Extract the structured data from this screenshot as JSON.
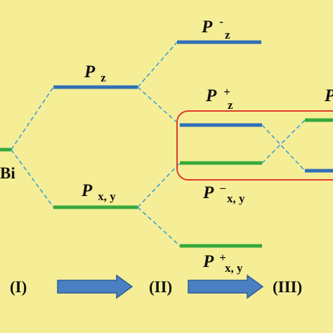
{
  "atom_label": "Bi",
  "levels": {
    "pz": {
      "main": "P",
      "sub": "z"
    },
    "pxy": {
      "main": "P",
      "sub": "x, y"
    },
    "pz_minus": {
      "main": "P",
      "sup": "-",
      "sub": "z"
    },
    "pz_plus": {
      "main": "P",
      "sup": "+",
      "sub": "z"
    },
    "pxy_minus": {
      "main": "P",
      "sup": "−",
      "sub": "x, y"
    },
    "pxy_plus": {
      "main": "P",
      "sup": "+",
      "sub": "x, y"
    },
    "partial_right": {
      "main": "P"
    }
  },
  "stages": [
    "(I)",
    "(II)",
    "(III)"
  ],
  "colors": {
    "background": "#f5ee97",
    "blue_level": "#2f6fb6",
    "green_level": "#37a93b",
    "dashed_connector": "#3a9fd8",
    "highlight_box": "#e03a2c",
    "arrow_fill": "#4a7fc1",
    "arrow_stroke": "#2d5d97"
  }
}
